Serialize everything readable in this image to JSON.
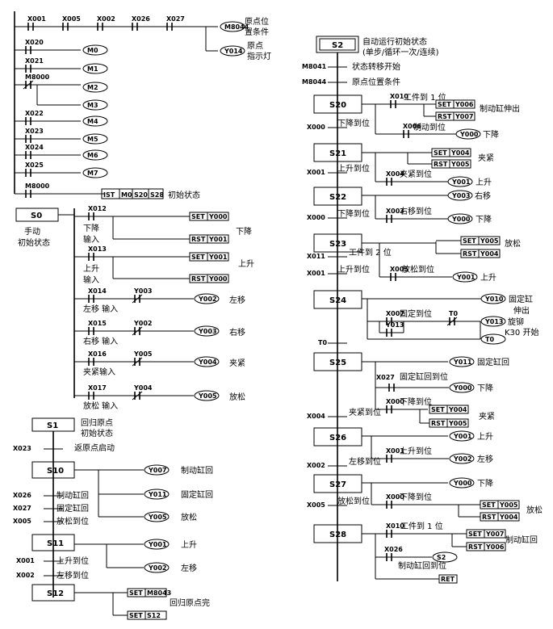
{
  "top": {
    "contacts": [
      "X001",
      "X005",
      "X002",
      "X026",
      "X027"
    ],
    "m8044": "M8044",
    "m8044_label": [
      "原点位",
      "置条件"
    ],
    "y014": "Y014",
    "y014_label": [
      "原点",
      "指示灯"
    ],
    "coils": [
      {
        "contact": "X020",
        "coil": "M0"
      },
      {
        "contact": "X021",
        "coil": "M1"
      },
      {
        "contact": "M8000",
        "coil": "M2"
      },
      {
        "contact": "",
        "coil": "M3"
      },
      {
        "contact": "X022",
        "coil": "M4"
      },
      {
        "contact": "X023",
        "coil": "M5"
      },
      {
        "contact": "X024",
        "coil": "M6"
      },
      {
        "contact": "X025",
        "coil": "M7"
      }
    ],
    "ist_contact": "M8000",
    "ist": [
      "IST",
      "M0",
      "S20",
      "S28"
    ],
    "ist_label": "初始状态"
  },
  "s0": {
    "name": "S0",
    "label": [
      "手动",
      "初始状态"
    ],
    "rows": [
      {
        "contact": "X012",
        "out": "SET",
        "dev": "Y000"
      },
      {
        "contact": "",
        "out": "RST",
        "dev": "Y001"
      },
      {
        "contact": "X013",
        "out": "SET",
        "dev": "Y001"
      },
      {
        "contact": "",
        "out": "RST",
        "dev": "Y000"
      }
    ],
    "down_label": [
      "下降",
      "输入"
    ],
    "up_label": [
      "上升",
      "输入"
    ],
    "right_down": "下降",
    "right_up": "上升",
    "moves": [
      {
        "c1": "X014",
        "c2": "Y003",
        "coil": "Y002",
        "lbl": "左移 输入",
        "right": "左移"
      },
      {
        "c1": "X015",
        "c2": "Y002",
        "coil": "Y003",
        "lbl": "右移 输入",
        "right": "右移"
      },
      {
        "c1": "X016",
        "c2": "Y005",
        "coil": "Y004",
        "lbl": "夹紧输入",
        "right": "夹紧"
      },
      {
        "c1": "X017",
        "c2": "Y004",
        "coil": "Y005",
        "lbl": "放松 输入",
        "right": "放松"
      }
    ]
  },
  "s1": {
    "name": "S1",
    "label": [
      "回归原点",
      "初始状态"
    ],
    "x023": "X023",
    "start": "返原点启动",
    "s10": "S10",
    "s10_out": [
      {
        "dev": "Y007",
        "lbl": "制动缸回"
      },
      {
        "dev": "Y011",
        "lbl": "固定缸回"
      },
      {
        "dev": "Y005",
        "lbl": "放松"
      }
    ],
    "s10_trans": [
      {
        "c": "X026",
        "l": "制动缸回"
      },
      {
        "c": "X027",
        "l": "固定缸回"
      },
      {
        "c": "X005",
        "l": "放松到位"
      }
    ],
    "s11": "S11",
    "s11_out": [
      {
        "dev": "Y001",
        "lbl": "上升"
      },
      {
        "dev": "Y002",
        "lbl": "左移"
      }
    ],
    "s11_trans": [
      {
        "c": "X001",
        "l": "上升到位"
      },
      {
        "c": "X002",
        "l": "左移到位"
      }
    ],
    "s12": "S12",
    "s12_out": [
      {
        "o": "SET",
        "d": "M8043"
      },
      {
        "o": "SET",
        "d": "S12"
      }
    ],
    "done": "回归原点完"
  },
  "s2": {
    "name": "S2",
    "label": [
      "自动运行初始状态",
      "(单步/循环一次/连续)"
    ],
    "m8041": "M8041",
    "m8041_l": "状态转移开始",
    "m8044": "M8044",
    "m8044_l": "原点位置条件",
    "s20": "S20",
    "s20_contact": "X010",
    "s20_contact_l": "工件到 1 位",
    "s20_set": [
      "SET",
      "Y006"
    ],
    "s20_rst": [
      "RST",
      "Y007"
    ],
    "s20_right": "制动缸伸出",
    "s20_x006": "X006",
    "s20_x006_l": "制动到位",
    "s20_coil": "Y000",
    "s20_coil_l": "下降",
    "x000": "X000",
    "x000_l": "下降到位",
    "s21": "S21",
    "s21_set": [
      "SET",
      "Y004"
    ],
    "s21_rst": [
      "RST",
      "Y005"
    ],
    "s21_right": "夹紧",
    "s21_x004": "X004",
    "s21_x004_l": "夹紧到位",
    "s21_coil": "Y001",
    "s21_coil_l": "上升",
    "x001": "X001",
    "x001_l": "上升到位",
    "s22": "S22",
    "s22_coil1": "Y003",
    "s22_coil1_l": "右移",
    "s22_x003": "X003",
    "s22_x003_l": "右移到位",
    "s22_coil2": "Y000",
    "s22_coil2_l": "下降",
    "x000b": "X000",
    "x000b_l": "下降到位",
    "s23": "S23",
    "s23_set": [
      "SET",
      "Y005"
    ],
    "s23_rst": [
      "RST",
      "Y004"
    ],
    "s23_right": "放松",
    "s23_x005": "X005",
    "s23_x005_l": "放松到位",
    "s23_coil": "Y001",
    "s23_coil_l": "上升",
    "x011": "X011",
    "x011_l": "工件到 2 位",
    "x001b": "X001",
    "x001b_l": "上升到位",
    "s24": "S24",
    "s24_coil": "Y010",
    "s24_coil_l": [
      "固定缸",
      "伸出"
    ],
    "s24_x007": "X007",
    "s24_x007_l": "固定到位",
    "s24_t0c": "T0",
    "s24_y013": "Y013",
    "s24_coil2": "Y013",
    "s24_coil2_l": "旋铆",
    "s24_k30": "K30 开始",
    "s24_t0": "T0",
    "t0": "T0",
    "s25": "S25",
    "s25_coil": "Y011",
    "s25_coil_l": "固定缸回",
    "s25_x027": "X027",
    "s25_x027_l": "固定缸回到位",
    "s25_coil2": "Y000",
    "s25_coil2_l": "下降",
    "s25_x000": "X000",
    "s25_x000_l": "下降到位",
    "s25_set": [
      "SET",
      "Y004"
    ],
    "s25_rst": [
      "RST",
      "Y005"
    ],
    "s25_right": "夹紧",
    "x004": "X004",
    "x004_l": "夹紧到位",
    "s26": "S26",
    "s26_coil": "Y001",
    "s26_coil_l": "上升",
    "s26_x001": "X001",
    "s26_x001_l": "上升到位",
    "s26_coil2": "Y002",
    "s26_coil2_l": "左移",
    "x002": "X002",
    "x002_l": "左移到位",
    "s27": "S27",
    "s27_coil": "Y000",
    "s27_coil_l": "下降",
    "s27_x000": "X000",
    "s27_x000_l": "下降到位",
    "s27_set": [
      "SET",
      "Y005"
    ],
    "s27_rst": [
      "RST",
      "Y004"
    ],
    "s27_right": "放松",
    "x005": "X005",
    "x005_l": "放松到位",
    "s28": "S28",
    "s28_x010": "X010",
    "s28_x010_l": "工件到 1 位",
    "s28_set": [
      "SET",
      "Y007"
    ],
    "s28_rst": [
      "RST",
      "Y006"
    ],
    "s28_right": "制动缸回",
    "s28_x026": "X026",
    "s28_x026_l": "制动缸回到位",
    "s28_s2": "S2",
    "ret": "RET"
  }
}
